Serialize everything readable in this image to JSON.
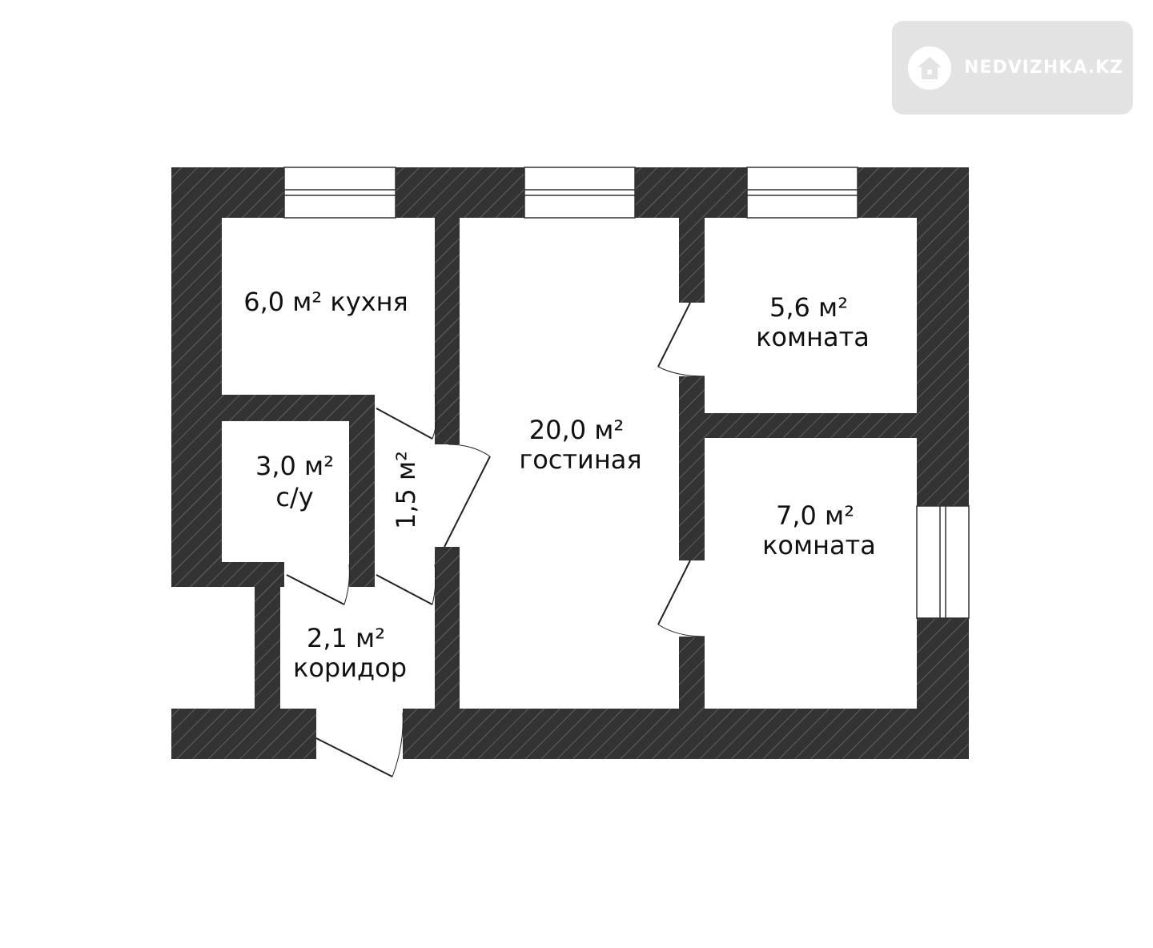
{
  "watermark": {
    "text": "NEDVIZHKA.KZ",
    "icon": "house-icon"
  },
  "colors": {
    "wall": "#333333",
    "hatch": "#8a8a8a",
    "room": "#ffffff",
    "watermark_bg": "#e3e3e3"
  },
  "rooms": {
    "kitchen": {
      "area": "6,0 м²",
      "name": "кухня"
    },
    "living": {
      "area": "20,0 м²",
      "name": "гостиная"
    },
    "room1": {
      "area": "5,6 м²",
      "name": "комната"
    },
    "room2": {
      "area": "7,0 м²",
      "name": "комната"
    },
    "bathroom": {
      "area": "3,0 м²",
      "name": "с/у"
    },
    "hall": {
      "area": "1,5 м²"
    },
    "corridor": {
      "area": "2,1 м²",
      "name": "коридор"
    }
  }
}
